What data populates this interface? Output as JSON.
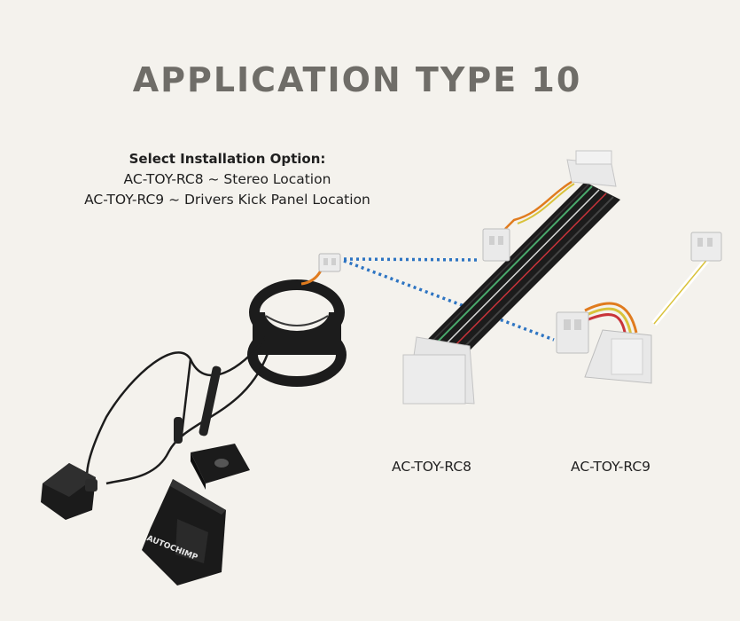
{
  "title": "APPLICATION TYPE 10",
  "options": {
    "heading": "Select Installation Option:",
    "lines": [
      "AC-TOY-RC8 ~ Stereo Location",
      "AC-TOY-RC9 ~ Drivers Kick Panel Location"
    ]
  },
  "products": [
    {
      "label": "AC-TOY-RC8"
    },
    {
      "label": "AC-TOY-RC9"
    }
  ],
  "logo_text": "AUTOCHIMP",
  "colors": {
    "background": "#f4f2ed",
    "title": "#6f6d68",
    "dotted_line": "#2d74c2",
    "cable": "#1c1c1c",
    "connector": "#e7e7e7"
  }
}
